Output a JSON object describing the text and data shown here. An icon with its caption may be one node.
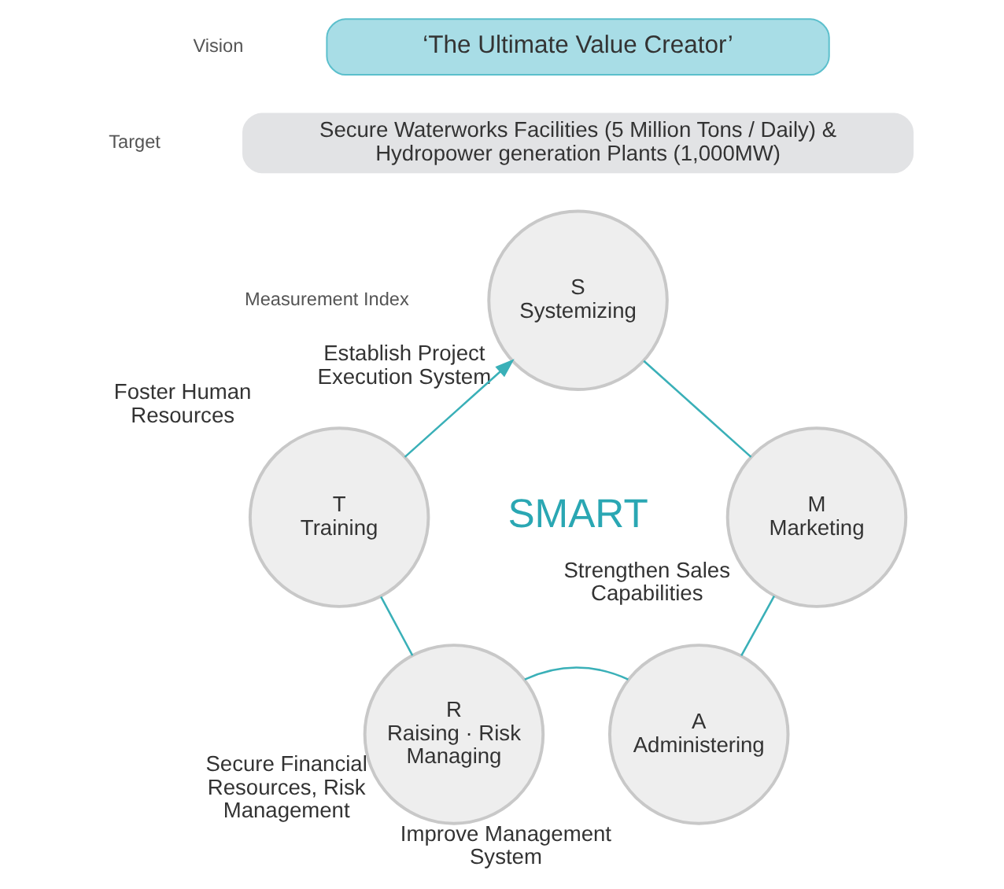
{
  "diagram": {
    "nodes": [
      {
        "text": [
          "‘The Ultimate Value Creator’"
        ]
      },
      {
        "text": [
          "Secure Waterworks Facilities (5 Million Tons / Daily) & Hydropower generation Plants (1,000MW)"
        ]
      },
      {
        "text": [
          "S",
          "Systemizing"
        ],
        "beside": [
          "Establish Project Execution System"
        ]
      },
      {
        "text": [
          "M",
          "Marketing"
        ],
        "beside": [
          "Strengthen Sales Capabilities"
        ]
      },
      {
        "text": [
          "A",
          "Administering"
        ],
        "beside": [
          "Improve Management System"
        ]
      },
      {
        "text": [
          "R",
          "Raising · Risk Managing"
        ],
        "beside": [
          "Secure Financial Resources, Risk Management"
        ]
      },
      {
        "text": [
          "T",
          "Training"
        ],
        "beside": [
          "Foster Human Resources"
        ]
      }
    ],
    "edges": [
      {
        "from": 2,
        "to": 3,
        "arrow": "none"
      },
      {
        "from": 3,
        "to": 4,
        "arrow": "none"
      },
      {
        "from": 4,
        "to": 5,
        "arrow": "none"
      },
      {
        "from": 5,
        "to": 6,
        "arrow": "none"
      },
      {
        "from": 6,
        "to": 2,
        "arrow": "to"
      }
    ],
    "labels": [
      "Vision",
      "Target",
      "Measurement Index",
      "SMART"
    ]
  }
}
